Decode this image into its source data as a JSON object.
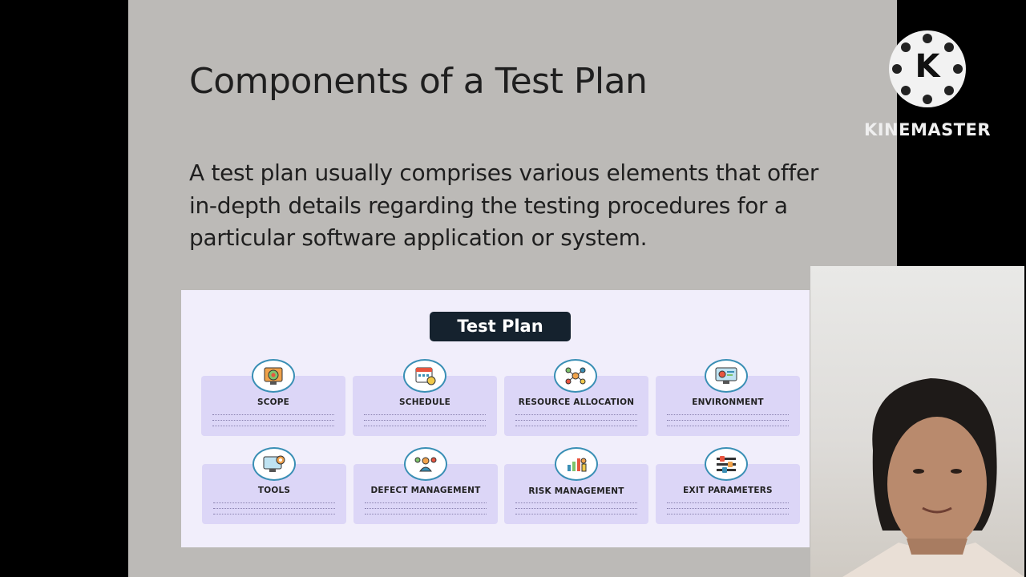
{
  "slide": {
    "title": "Components of a Test Plan",
    "body": "A test plan usually comprises various elements that offer in-depth details regarding the testing procedures for a particular software application or system."
  },
  "infographic": {
    "title": "Test Plan",
    "cards": [
      {
        "label": "SCOPE",
        "icon": "target-icon"
      },
      {
        "label": "SCHEDULE",
        "icon": "calendar-icon"
      },
      {
        "label": "RESOURCE ALLOCATION",
        "icon": "people-network-icon"
      },
      {
        "label": "ENVIRONMENT",
        "icon": "monitor-settings-icon"
      },
      {
        "label": "TOOLS",
        "icon": "gear-screen-icon"
      },
      {
        "label": "DEFECT MANAGEMENT",
        "icon": "team-icon"
      },
      {
        "label": "RISK MANAGEMENT",
        "icon": "chart-person-icon"
      },
      {
        "label": "EXIT PARAMETERS",
        "icon": "sliders-icon"
      }
    ]
  },
  "watermark": {
    "logo_letter": "K",
    "brand": "KINEMASTER"
  },
  "colors": {
    "slide_bg": "#bcbab7",
    "infographic_bg": "#f1eefb",
    "card_bg": "#dcd6f7",
    "title_badge_bg": "#15222e",
    "icon_ring": "#3a8fb5"
  }
}
